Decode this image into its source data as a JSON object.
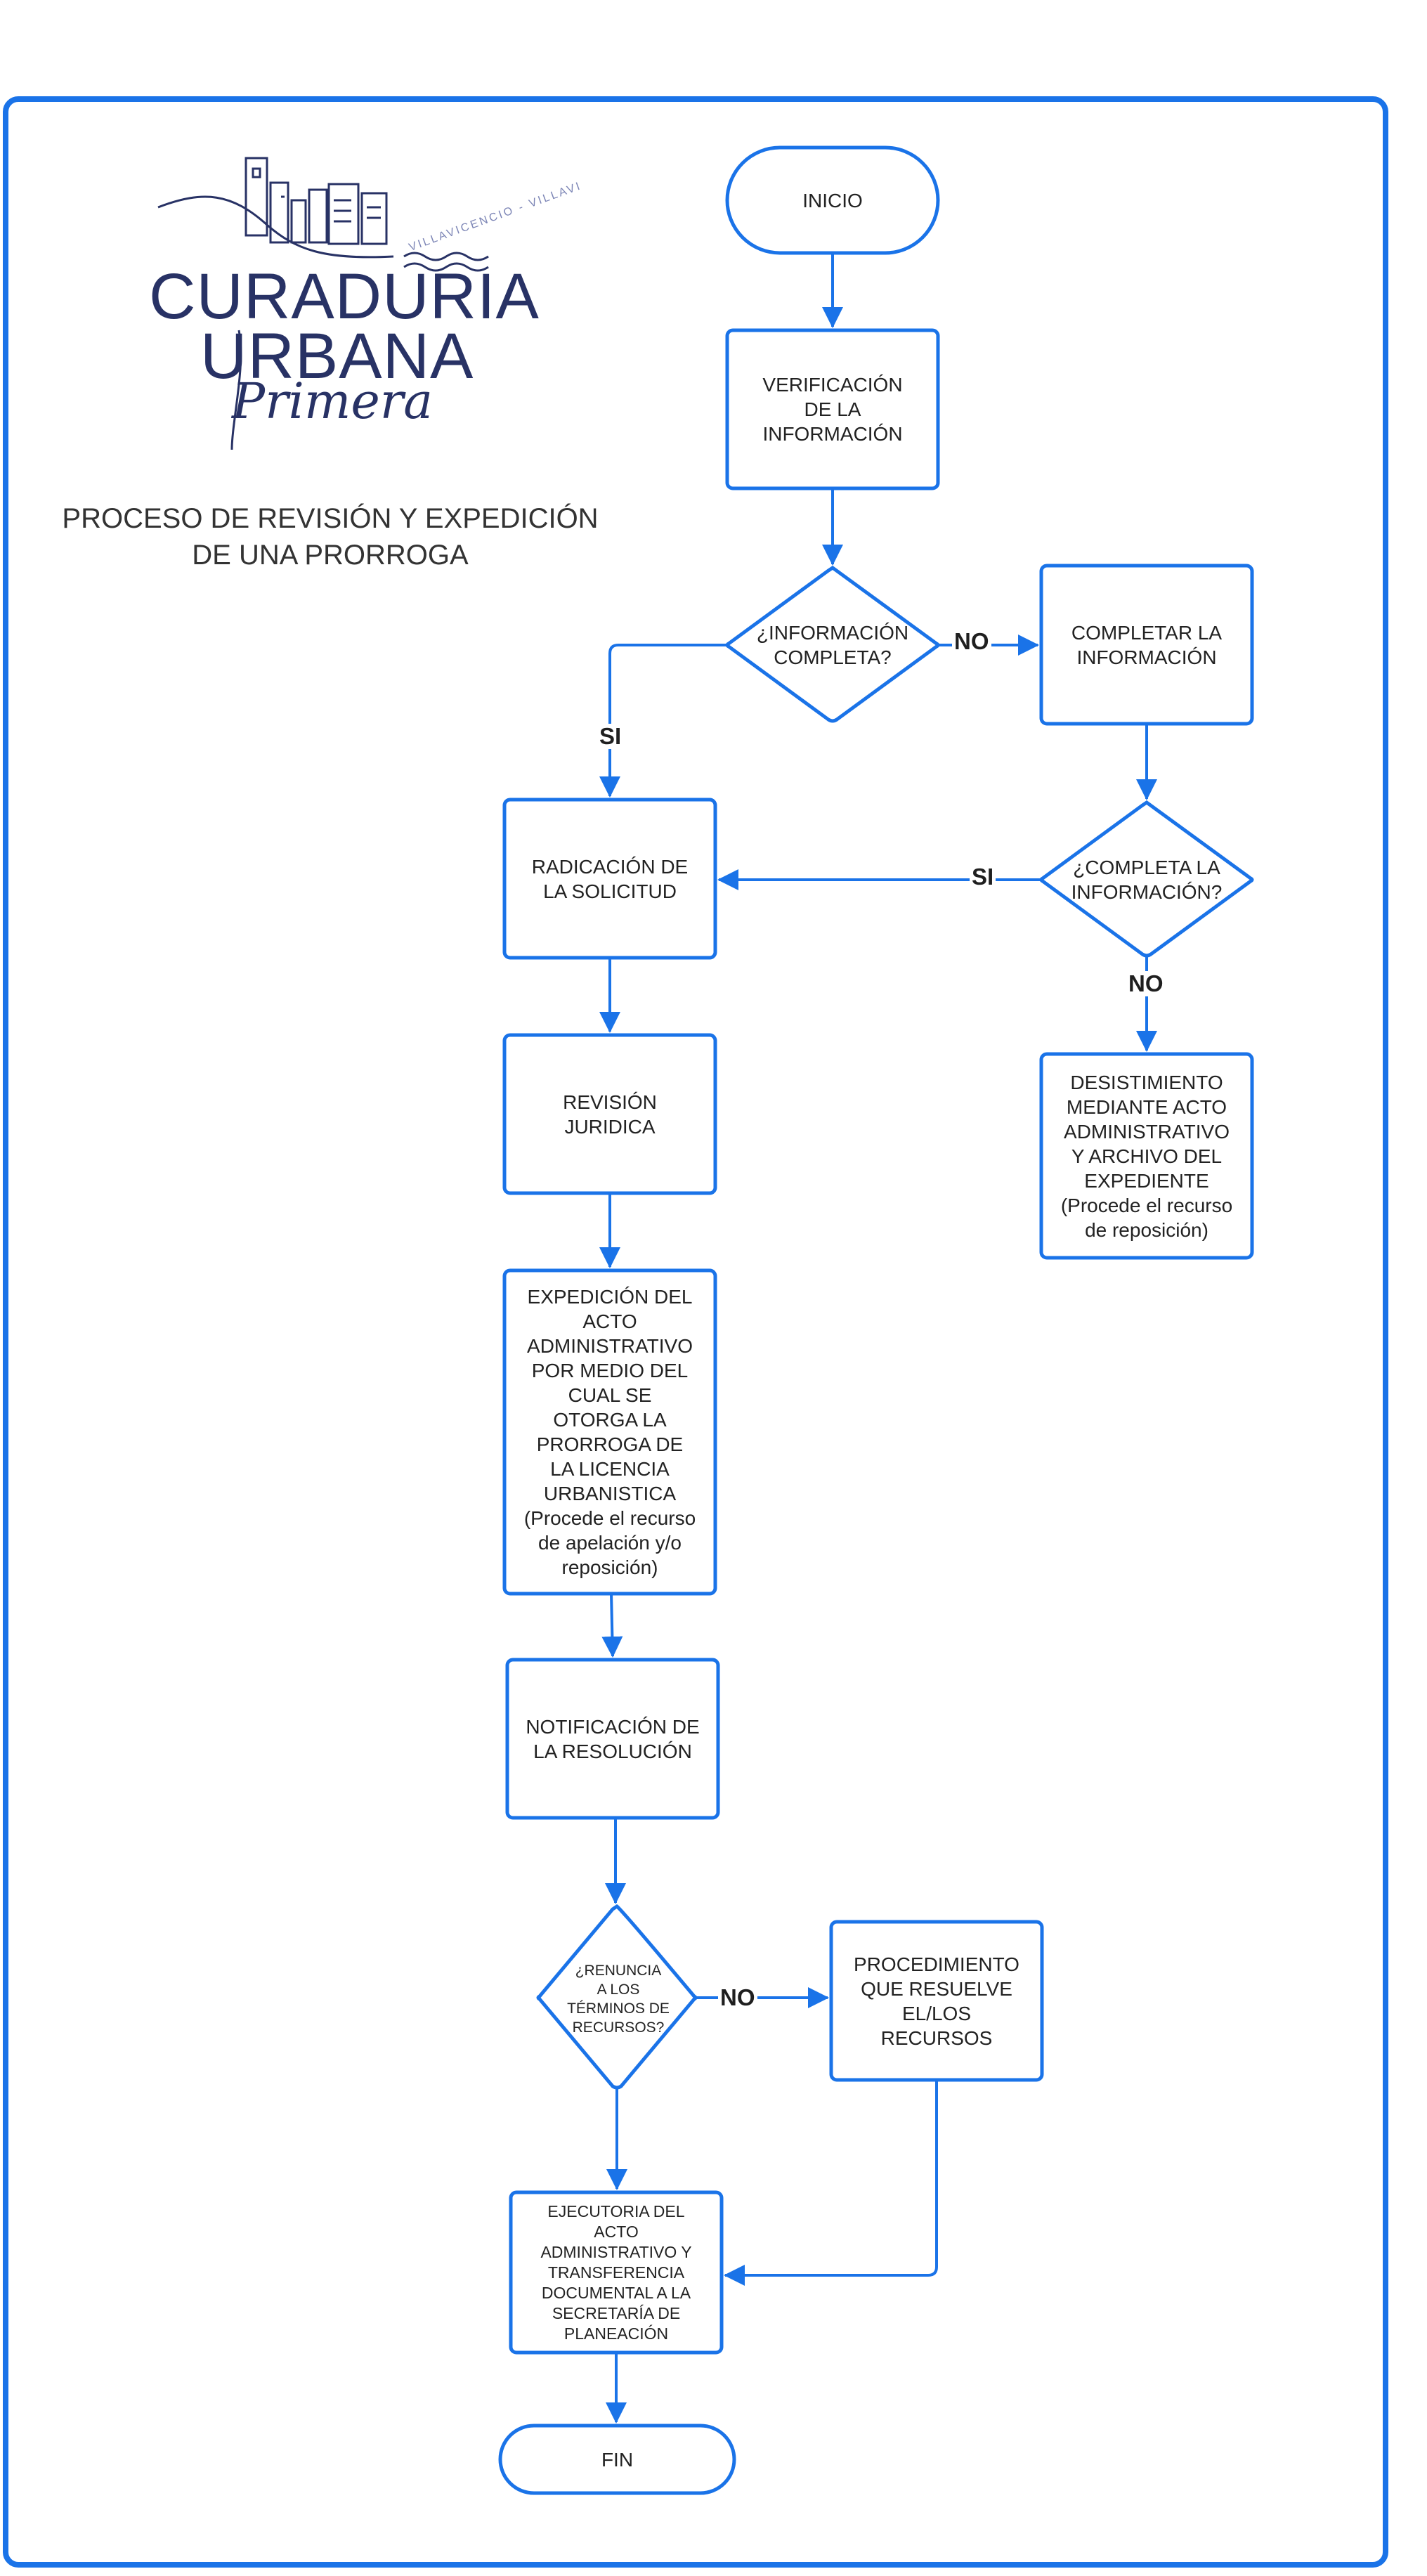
{
  "logo": {
    "line1": "CURADURIA",
    "line2": "URBANA",
    "script": "Primera",
    "ring_text": "VILLAVICENCIO - VILLAVI"
  },
  "title": "PROCESO DE REVISIÓN Y EXPEDICIÓN\nDE UNA PRORROGA",
  "nodes": {
    "inicio": "INICIO",
    "verificacion": "VERIFICACIÓN\nDE LA\nINFORMACIÓN",
    "dec_informacion": "¿INFORMACIÓN\nCOMPLETA?",
    "completar": "COMPLETAR LA\nINFORMACIÓN",
    "dec_completa": "¿COMPLETA LA\nINFORMACIÓN?",
    "radicacion": "RADICACIÓN DE\nLA SOLICITUD",
    "desistimiento": "DESISTIMIENTO\nMEDIANTE ACTO\nADMINISTRATIVO\nY ARCHIVO DEL\nEXPEDIENTE\n(Procede el recurso\nde reposición)",
    "revision": "REVISIÓN\nJURIDICA",
    "expedicion": "EXPEDICIÓN DEL\nACTO\nADMINISTRATIVO\nPOR MEDIO DEL\nCUAL SE\nOTORGA LA\nPRORROGA DE\nLA LICENCIA\nURBANISTICA\n(Procede el recurso\nde apelación y/o\nreposición)",
    "notificacion": "NOTIFICACIÓN DE\nLA RESOLUCIÓN",
    "dec_renuncia": "¿RENUNCIA\nA LOS\nTÉRMINOS DE\nRECURSOS?",
    "procedimiento": "PROCEDIMIENTO\nQUE RESUELVE\nEL/LOS\nRECURSOS",
    "ejecutoria": "EJECUTORIA DEL\nACTO\nADMINISTRATIVO Y\nTRANSFERENCIA\nDOCUMENTAL A LA\nSECRETARÍA DE\nPLANEACIÓN",
    "fin": "FIN"
  },
  "edge_labels": {
    "no_1": "NO",
    "si_1": "SI",
    "si_2": "SI",
    "no_2": "NO",
    "no_3": "NO"
  },
  "colors": {
    "accent": "#1a73e8",
    "logo": "#283265"
  }
}
